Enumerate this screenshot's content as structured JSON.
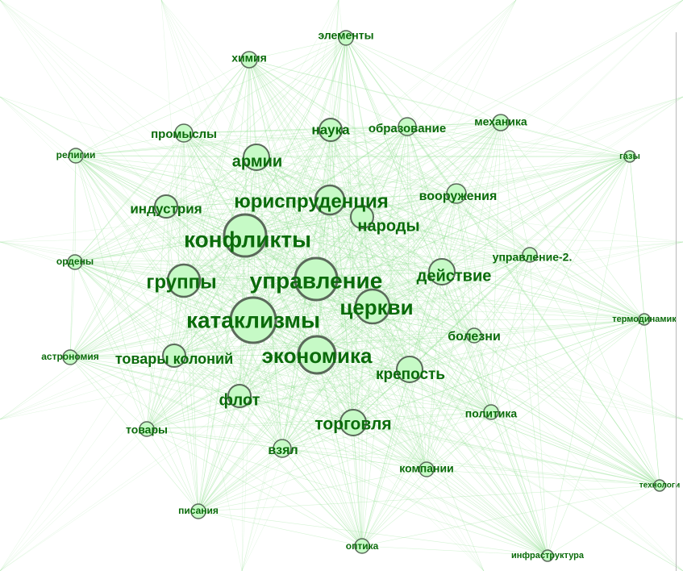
{
  "graph": {
    "colors": {
      "edge": "#8fe08f",
      "node_fill": "#c6fac6",
      "node_stroke": "#5a6a5a",
      "label": "#0b6b0b"
    },
    "nodes": [
      {
        "id": "konflikty",
        "label": "конфликты"
      },
      {
        "id": "upravlenie",
        "label": "управление"
      },
      {
        "id": "kataklizmy",
        "label": "катаклизмы"
      },
      {
        "id": "yurisprudencia",
        "label": "юриспруденция"
      },
      {
        "id": "ekonomika",
        "label": "экономика"
      },
      {
        "id": "cerkvi",
        "label": "церкви"
      },
      {
        "id": "gruppy",
        "label": "группы"
      },
      {
        "id": "armii",
        "label": "армии"
      },
      {
        "id": "narody",
        "label": "народы"
      },
      {
        "id": "deystvie",
        "label": "действие"
      },
      {
        "id": "krepost",
        "label": "крепость"
      },
      {
        "id": "torgovlya",
        "label": "торговля"
      },
      {
        "id": "flot",
        "label": "флот"
      },
      {
        "id": "tovary-koloniy",
        "label": "товары колоний"
      },
      {
        "id": "industriya",
        "label": "индустрия"
      },
      {
        "id": "nauka",
        "label": "наука"
      },
      {
        "id": "vooruzheniya",
        "label": "вооружения"
      },
      {
        "id": "vzyal",
        "label": "взял"
      },
      {
        "id": "bolezni",
        "label": "болезни"
      },
      {
        "id": "obrazovanie",
        "label": "образование"
      },
      {
        "id": "promysly",
        "label": "промыслы"
      },
      {
        "id": "mekhanika",
        "label": "механика"
      },
      {
        "id": "himiya",
        "label": "химия"
      },
      {
        "id": "elementy",
        "label": "элементы"
      },
      {
        "id": "religii",
        "label": "религии"
      },
      {
        "id": "gazy",
        "label": "газы"
      },
      {
        "id": "ordeny",
        "label": "ордены"
      },
      {
        "id": "upravlenie-2",
        "label": "управление-2."
      },
      {
        "id": "termodinamika",
        "label": "термодинамик"
      },
      {
        "id": "astronomiya",
        "label": "астрономия"
      },
      {
        "id": "politika",
        "label": "политика"
      },
      {
        "id": "tovary",
        "label": "товары"
      },
      {
        "id": "kompanii",
        "label": "компании"
      },
      {
        "id": "tekhnologii",
        "label": "технологи"
      },
      {
        "id": "pisaniya",
        "label": "писания"
      },
      {
        "id": "optika",
        "label": "оптика"
      },
      {
        "id": "infrastruktura",
        "label": "инфраструктура"
      }
    ]
  }
}
